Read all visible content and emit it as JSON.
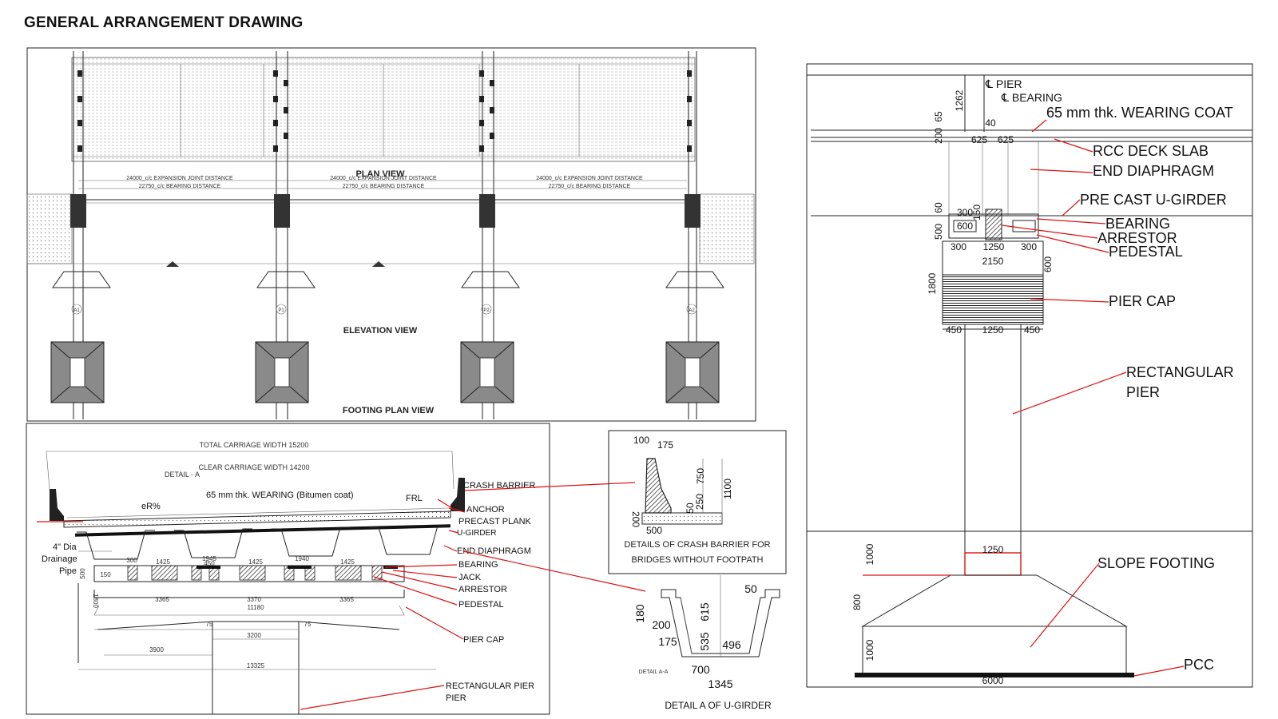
{
  "title": "GENERAL ARRANGEMENT DRAWING",
  "plan": {
    "plan_view": "PLAN VIEW",
    "elevation_view": "ELEVATION VIEW",
    "footing_plan_view": "FOOTING PLAN VIEW",
    "expansion_joint": "24000_c/c EXPANSION JOINT DISTANCE",
    "bearing_distance": "22750_c/c BEARING DISTANCE",
    "supports": [
      "A1",
      "P1",
      "P2",
      "A2"
    ]
  },
  "section": {
    "total_carriage": "TOTAL CARRIAGE WIDTH 15200",
    "clear_carriage": "CLEAR CARRIAGE WIDTH 14200",
    "detail_a": "DETAIL - A",
    "wearing": "65 mm thk. WEARING (Bitumen coat)",
    "er": "eR%",
    "frl": "FRL",
    "drainage": "4\" Dia Drainage Pipe",
    "labels": [
      "CRASH BARRIER",
      "ANCHOR",
      "PRECAST PLANK",
      "U-GIRDER",
      "END DIAPHRAGM",
      "BEARING",
      "JACK",
      "ARRESTOR",
      "PEDESTAL",
      "PIER CAP",
      "RECTANGULAR PIER"
    ],
    "dims_top": [
      "1425",
      "1945",
      "1425",
      "1940",
      "1425"
    ],
    "dims_bottom": [
      "3365",
      "3370",
      "3365"
    ],
    "dims_footing": [
      "3200",
      "3900",
      "13325"
    ],
    "dims_small": [
      "75",
      "75",
      "1800",
      "500",
      "150",
      "300",
      "450",
      "11180"
    ]
  },
  "crash_barrier": {
    "dims": [
      "100",
      "175",
      "750",
      "1100",
      "250",
      "50",
      "200",
      "500"
    ],
    "caption1": "DETAILS OF CRASH BARRIER FOR",
    "caption2": "BRIDGES WITHOUT FOOTPATH"
  },
  "u_girder": {
    "dims": [
      "50",
      "180",
      "200",
      "615",
      "535",
      "175",
      "496",
      "700",
      "1345"
    ],
    "detail_label": "DETAIL A-A",
    "caption": "DETAIL A OF U-GIRDER"
  },
  "pier": {
    "cl_pier": "℄ PIER",
    "cl_bearing": "℄ BEARING",
    "wearing": "65 mm thk. WEARING COAT",
    "labels": [
      "RCC DECK SLAB",
      "END DIAPHRAGM",
      "PRE CAST U-GIRDER",
      "BEARING",
      "ARRESTOR",
      "PEDESTAL",
      "PIER CAP"
    ],
    "rect_pier": [
      "RECTANGULAR",
      "PIER"
    ],
    "slope_footing": "SLOPE FOOTING",
    "pcc": "PCC",
    "dims_top": [
      "1262",
      "65",
      "200",
      "40",
      "625",
      "625"
    ],
    "dims_mid": [
      "300",
      "150",
      "600",
      "60",
      "500",
      "300",
      "1250",
      "300",
      "2150",
      "600",
      "1800"
    ],
    "dims_cap": [
      "450",
      "1250",
      "450"
    ],
    "dims_foot": [
      "1250",
      "1000",
      "800",
      "1000",
      "6000"
    ]
  }
}
